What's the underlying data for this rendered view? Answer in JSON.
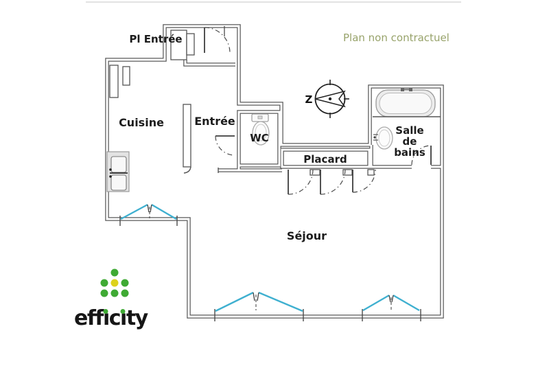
{
  "annotation": {
    "text": "Plan non contractuel",
    "color": "#98a36b"
  },
  "rooms": {
    "pl_entree": "Pl Entrée",
    "cuisine": "Cuisine",
    "entree": "Entrée",
    "wc": "WC",
    "placard": "Placard",
    "salle_de_bains": {
      "line1": "Salle",
      "line2": "de",
      "line3": "bains"
    },
    "sejour": "Séjour"
  },
  "compass": {
    "letter": "Z"
  },
  "fixtures": [
    "bathtub-icon",
    "bathroom-sink-icon",
    "toilet-icon",
    "kitchen-sink-icon",
    "compass-icon"
  ],
  "windows": {
    "count": 3,
    "color": "#3fb0d0"
  },
  "logo": {
    "brand": "efficity",
    "text_parts": {
      "p1": "eff",
      "i1": "ı",
      "p2": "c",
      "i2": "ı",
      "p3": "ty"
    },
    "dot_green": "#3faa34",
    "dot_yellow": "#ddd21c"
  },
  "colors": {
    "wall": "#5a5a5a",
    "window": "#3fb0d0",
    "annotation": "#98a36b"
  }
}
